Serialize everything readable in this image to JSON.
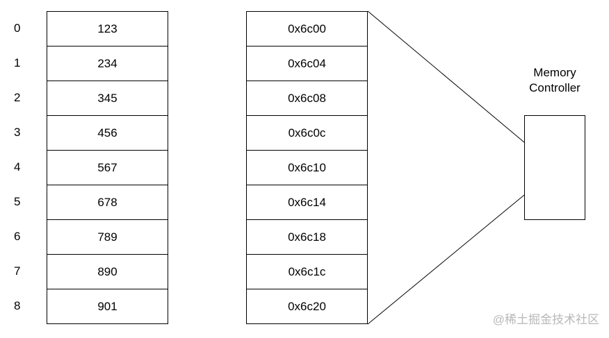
{
  "rows": [
    {
      "index": "0",
      "value": "123",
      "address": "0x6c00"
    },
    {
      "index": "1",
      "value": "234",
      "address": "0x6c04"
    },
    {
      "index": "2",
      "value": "345",
      "address": "0x6c08"
    },
    {
      "index": "3",
      "value": "456",
      "address": "0x6c0c"
    },
    {
      "index": "4",
      "value": "567",
      "address": "0x6c10"
    },
    {
      "index": "5",
      "value": "678",
      "address": "0x6c14"
    },
    {
      "index": "6",
      "value": "789",
      "address": "0x6c18"
    },
    {
      "index": "7",
      "value": "890",
      "address": "0x6c1c"
    },
    {
      "index": "8",
      "value": "901",
      "address": "0x6c20"
    }
  ],
  "controller": {
    "label_line1": "Memory",
    "label_line2": "Controller"
  },
  "watermark": "@稀土掘金技术社区",
  "colors": {
    "stroke": "#000000",
    "watermark": "#b8b8b8"
  }
}
